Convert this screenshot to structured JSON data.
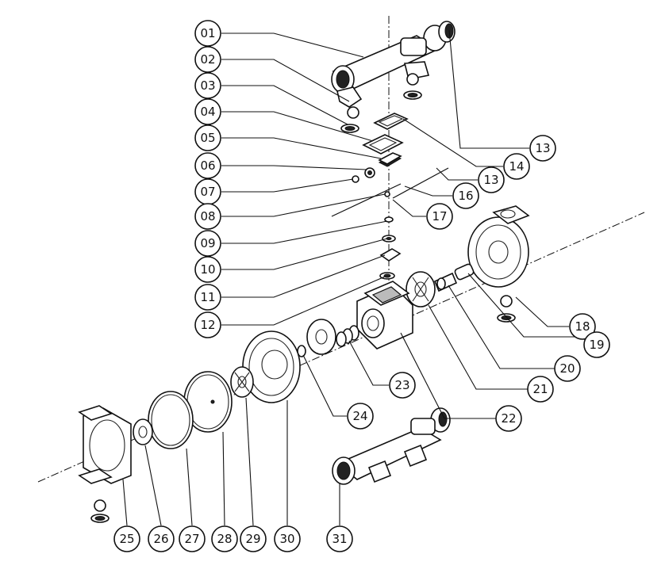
{
  "callouts": {
    "c01": "01",
    "c02": "02",
    "c03": "03",
    "c04": "04",
    "c05": "05",
    "c06": "06",
    "c07": "07",
    "c08": "08",
    "c09": "09",
    "c10": "10",
    "c11": "11",
    "c12": "12",
    "c13a": "13",
    "c13b": "13",
    "c14": "14",
    "c16": "16",
    "c17": "17",
    "c18": "18",
    "c19": "19",
    "c20": "20",
    "c21": "21",
    "c22": "22",
    "c23": "23",
    "c24": "24",
    "c25": "25",
    "c26": "26",
    "c27": "27",
    "c28": "28",
    "c29": "29",
    "c30": "30",
    "c31": "31"
  },
  "colors": {
    "line": "#111111",
    "background": "#ffffff",
    "shade": "#bbbbbb"
  }
}
